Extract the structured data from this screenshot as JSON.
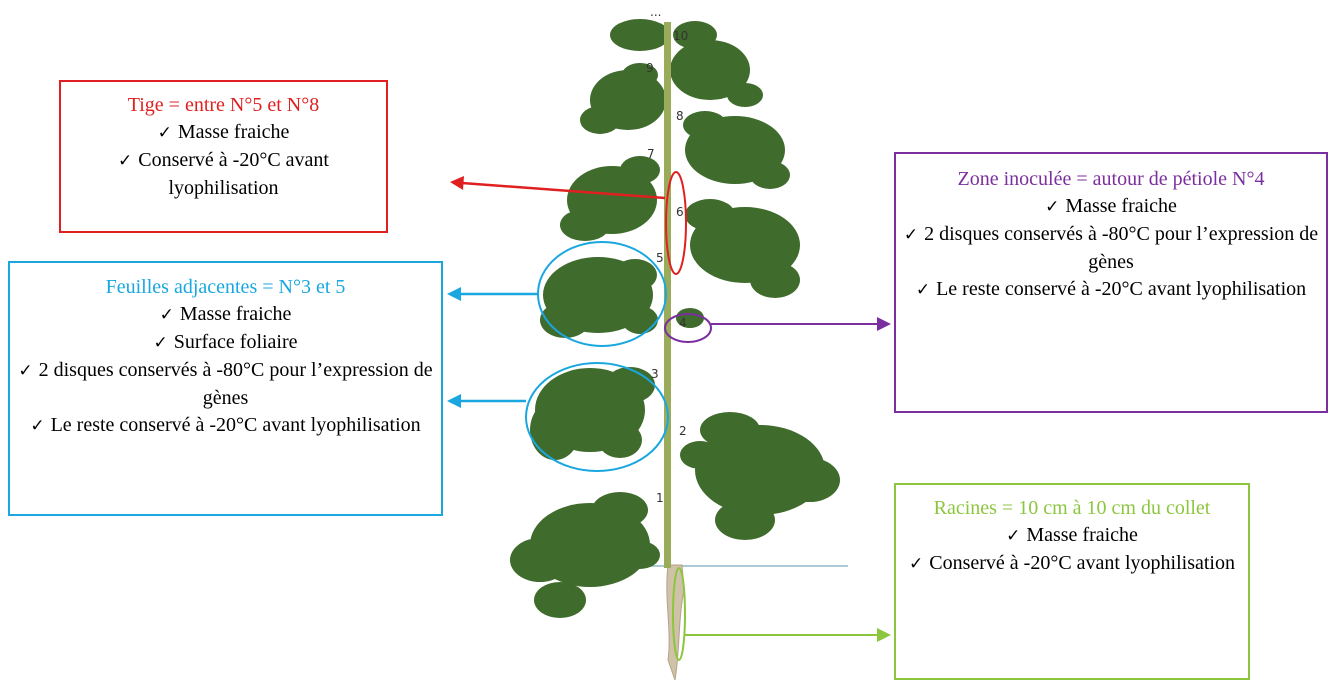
{
  "plant": {
    "top_label": "...",
    "leaf_numbers": [
      "1",
      "2",
      "3",
      "4",
      "5",
      "6",
      "7",
      "8",
      "9",
      "10"
    ]
  },
  "boxes": {
    "tige": {
      "title": "Tige = entre N°5 et N°8",
      "items": [
        "Masse fraiche",
        "Conservé à -20°C avant lyophilisation"
      ]
    },
    "feuilles": {
      "title": "Feuilles adjacentes = N°3 et 5",
      "items": [
        "Masse fraiche",
        "Surface foliaire",
        "2 disques conservés à -80°C pour l’expression de gènes",
        "Le reste conservé à -20°C avant lyophilisation"
      ]
    },
    "zone": {
      "title": "Zone inoculée = autour de pétiole N°4",
      "items": [
        "Masse fraiche",
        "2 disques conservés à -80°C pour l’expression de gènes",
        "Le reste conservé à -20°C avant lyophilisation"
      ]
    },
    "racines": {
      "title": "Racines = 10 cm à 10 cm du collet",
      "items": [
        "Masse fraiche",
        "Conservé à -20°C avant lyophilisation"
      ]
    }
  },
  "check_mark": "✓",
  "colors": {
    "tige": "#e02020",
    "feuilles": "#1aa7e0",
    "zone": "#7b2f9e",
    "racines": "#8cc63f",
    "leaf": "#3f6b2c",
    "stem": "#9aac5a"
  }
}
